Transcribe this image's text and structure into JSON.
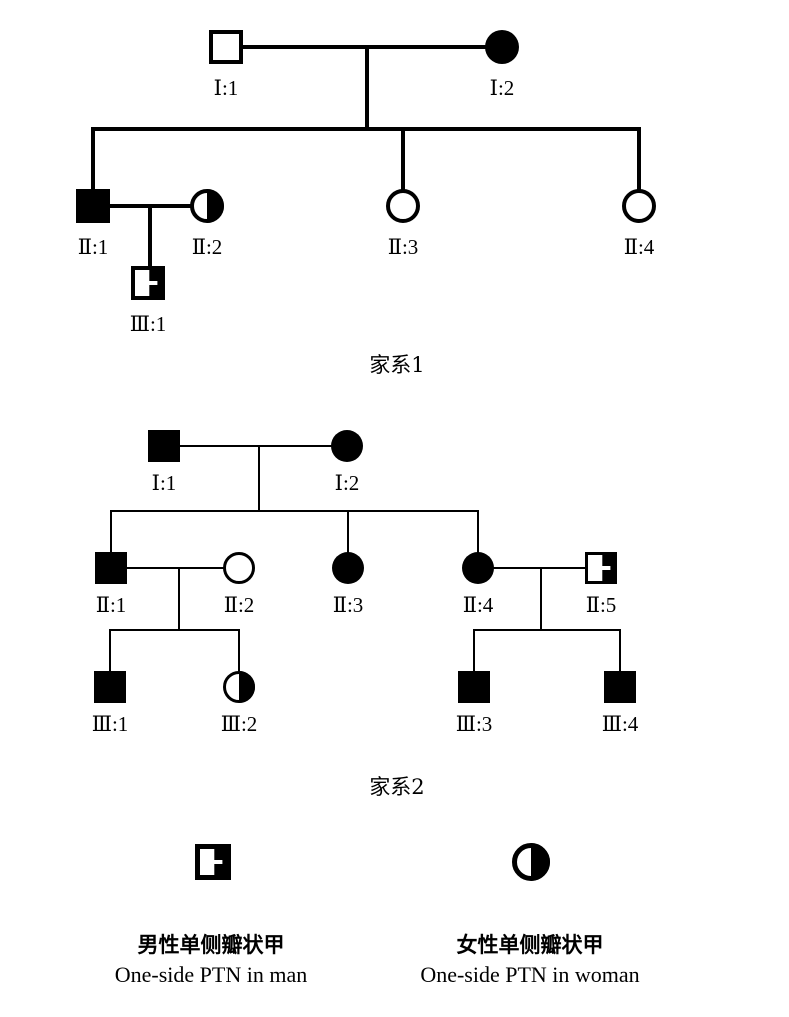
{
  "colors": {
    "ink": "#000000",
    "paper": "#ffffff"
  },
  "families": [
    {
      "title": "家系1",
      "members": [
        {
          "id": "I:1",
          "label": "Ⅰ:1",
          "sex": "male",
          "status": "unaffected"
        },
        {
          "id": "I:2",
          "label": "Ⅰ:2",
          "sex": "female",
          "status": "affected"
        },
        {
          "id": "II:1",
          "label": "Ⅱ:1",
          "sex": "male",
          "status": "affected"
        },
        {
          "id": "II:2",
          "label": "Ⅱ:2",
          "sex": "female",
          "status": "one-side"
        },
        {
          "id": "II:3",
          "label": "Ⅱ:3",
          "sex": "female",
          "status": "unaffected"
        },
        {
          "id": "II:4",
          "label": "Ⅱ:4",
          "sex": "female",
          "status": "unaffected"
        },
        {
          "id": "III:1",
          "label": "Ⅲ:1",
          "sex": "male",
          "status": "one-side"
        }
      ],
      "couples": [
        [
          "I:1",
          "I:2"
        ],
        [
          "II:1",
          "II:2"
        ]
      ],
      "children": [
        {
          "parents": [
            "I:1",
            "I:2"
          ],
          "kids": [
            "II:1",
            "II:3",
            "II:4"
          ]
        },
        {
          "parents": [
            "II:1",
            "II:2"
          ],
          "kids": [
            "III:1"
          ]
        }
      ]
    },
    {
      "title": "家系2",
      "members": [
        {
          "id": "I:1",
          "label": "Ⅰ:1",
          "sex": "male",
          "status": "affected"
        },
        {
          "id": "I:2",
          "label": "Ⅰ:2",
          "sex": "female",
          "status": "affected"
        },
        {
          "id": "II:1",
          "label": "Ⅱ:1",
          "sex": "male",
          "status": "affected"
        },
        {
          "id": "II:2",
          "label": "Ⅱ:2",
          "sex": "female",
          "status": "unaffected"
        },
        {
          "id": "II:3",
          "label": "Ⅱ:3",
          "sex": "female",
          "status": "affected"
        },
        {
          "id": "II:4",
          "label": "Ⅱ:4",
          "sex": "female",
          "status": "affected"
        },
        {
          "id": "II:5",
          "label": "Ⅱ:5",
          "sex": "male",
          "status": "one-side"
        },
        {
          "id": "III:1",
          "label": "Ⅲ:1",
          "sex": "male",
          "status": "affected"
        },
        {
          "id": "III:2",
          "label": "Ⅲ:2",
          "sex": "female",
          "status": "one-side"
        },
        {
          "id": "III:3",
          "label": "Ⅲ:3",
          "sex": "male",
          "status": "affected"
        },
        {
          "id": "III:4",
          "label": "Ⅲ:4",
          "sex": "male",
          "status": "affected"
        }
      ],
      "couples": [
        [
          "I:1",
          "I:2"
        ],
        [
          "II:1",
          "II:2"
        ],
        [
          "II:4",
          "II:5"
        ]
      ],
      "children": [
        {
          "parents": [
            "I:1",
            "I:2"
          ],
          "kids": [
            "II:1",
            "II:3",
            "II:4"
          ]
        },
        {
          "parents": [
            "II:1",
            "II:2"
          ],
          "kids": [
            "III:1",
            "III:2"
          ]
        },
        {
          "parents": [
            "II:4",
            "II:5"
          ],
          "kids": [
            "III:3",
            "III:4"
          ]
        }
      ]
    }
  ],
  "legend": [
    {
      "symbol": "male-one-side",
      "label_cn": "男性单侧瓣状甲",
      "label_en": "One-side PTN in man"
    },
    {
      "symbol": "female-one-side",
      "label_cn": "女性单侧瓣状甲",
      "label_en": "One-side PTN in woman"
    }
  ]
}
